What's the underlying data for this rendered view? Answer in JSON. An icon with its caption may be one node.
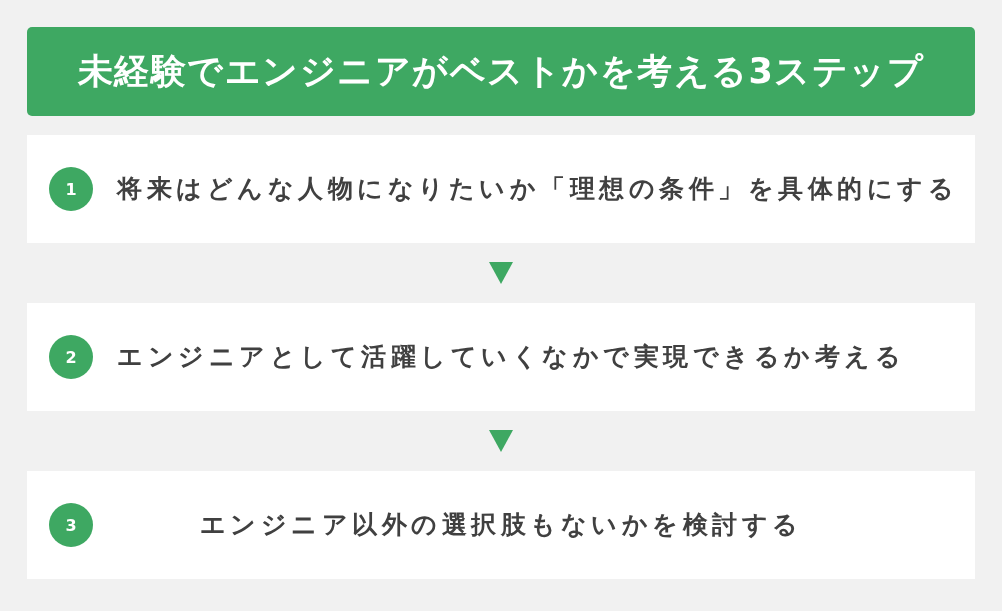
{
  "diagram": {
    "title": "未経験でエンジニアがベストかを考える3ステップ",
    "nodes": [
      {
        "text": [
          "将来はどんな人物になりたいか「理想の条件」を具体的にする"
        ]
      },
      {
        "text": [
          "1"
        ],
        "in": 0
      },
      {
        "text": [
          "エンジニアとして活躍していくなかで実現できるか考える"
        ]
      },
      {
        "text": [
          "2"
        ],
        "in": 2
      },
      {
        "text": [
          "エンジニア以外の選択肢もないかを検討する"
        ]
      },
      {
        "text": [
          "3"
        ],
        "in": 4
      }
    ],
    "edges": [
      {
        "from": 0,
        "to": 2,
        "arrow": "to"
      },
      {
        "from": 2,
        "to": 4,
        "arrow": "to"
      }
    ]
  }
}
